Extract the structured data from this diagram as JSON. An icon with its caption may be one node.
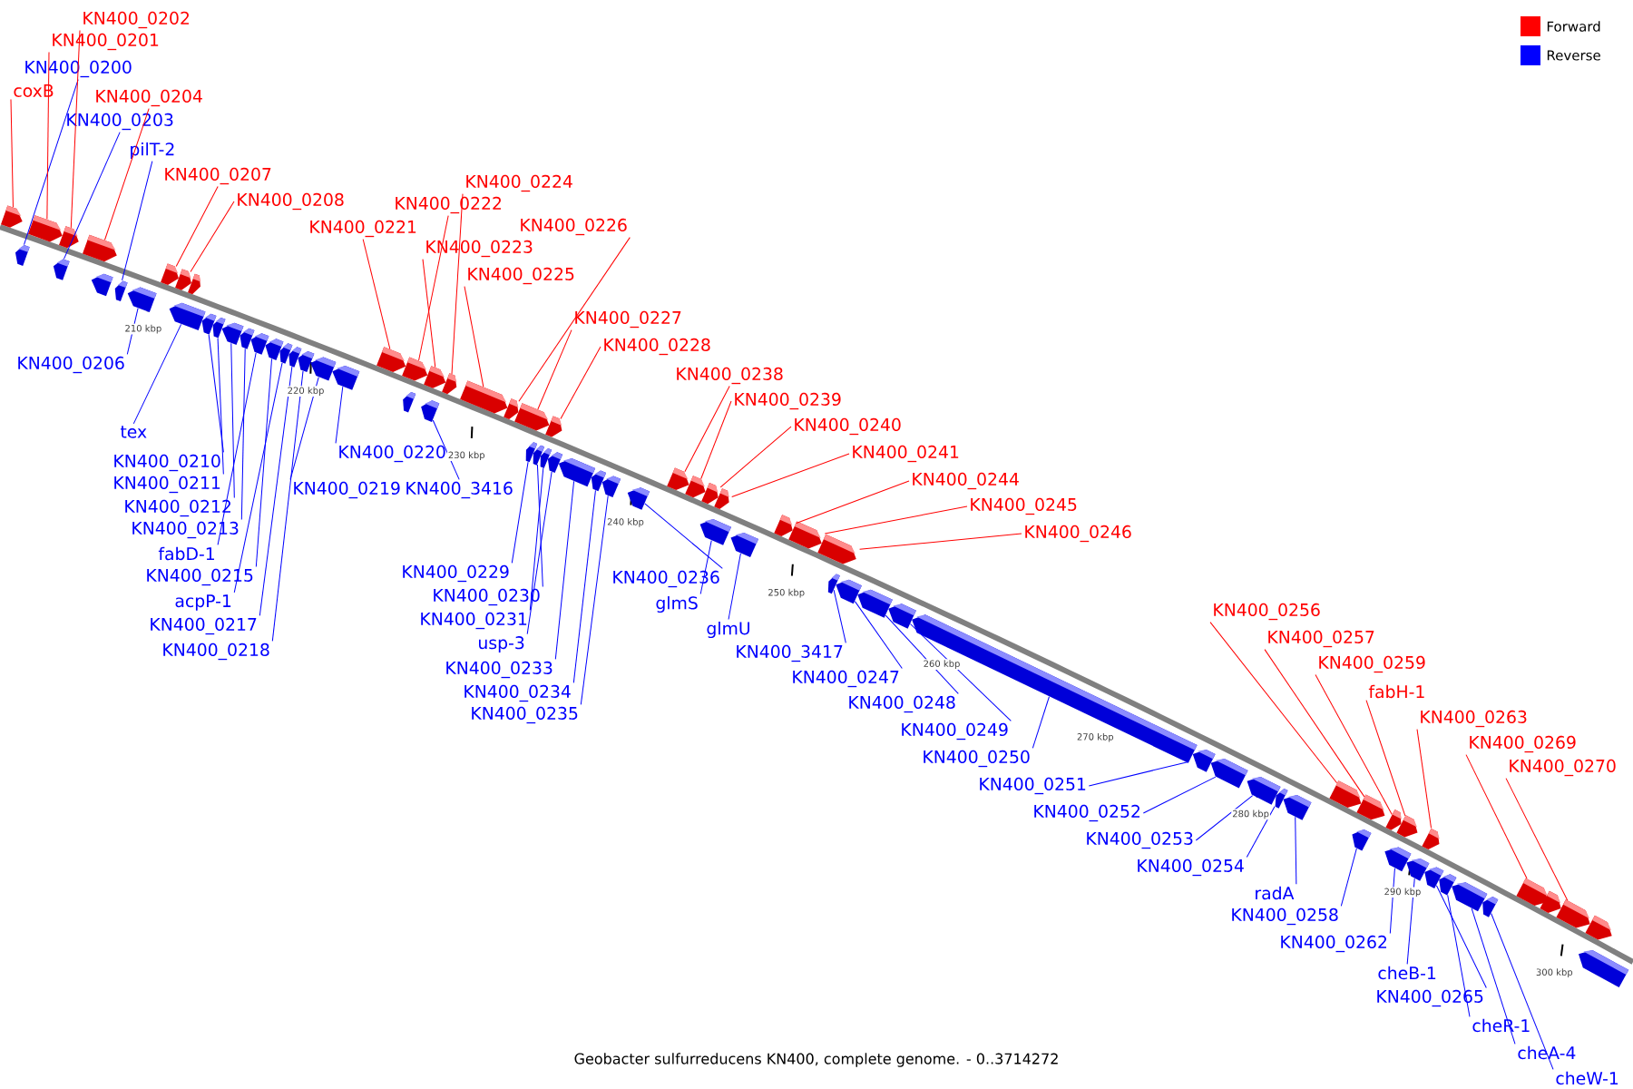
{
  "diagram": {
    "caption": "Geobacter sulfurreducens KN400, complete genome. - 0..3714272",
    "nodes": [
      {
        "text": [
          "coxB"
        ]
      },
      {
        "text": [],
        "shape": "arrow"
      },
      {
        "text": [
          "KN400_0200"
        ]
      },
      {
        "text": [],
        "shape": "arrow"
      },
      {
        "text": [
          "KN400_0201"
        ]
      },
      {
        "text": [],
        "shape": "arrow"
      },
      {
        "text": [
          "KN400_0202"
        ]
      },
      {
        "text": [],
        "shape": "arrow"
      },
      {
        "text": [
          "KN400_0203"
        ]
      },
      {
        "text": [],
        "shape": "arrow"
      },
      {
        "text": [
          "KN400_0204"
        ]
      },
      {
        "text": [],
        "shape": "arrow"
      },
      {
        "text": [
          "pilT-2"
        ]
      },
      {
        "text": [],
        "shape": "arrow"
      },
      {
        "text": [
          "KN400_0206"
        ]
      },
      {
        "text": [],
        "shape": "arrow"
      },
      {
        "text": [
          "KN400_0207"
        ]
      },
      {
        "text": [],
        "shape": "arrow"
      },
      {
        "text": [
          "KN400_0208"
        ]
      },
      {
        "text": [],
        "shape": "arrow"
      },
      {
        "text": [
          "tex"
        ]
      },
      {
        "text": [],
        "shape": "arrow"
      },
      {
        "text": [
          "KN400_0210"
        ]
      },
      {
        "text": [],
        "shape": "arrow"
      },
      {
        "text": [
          "KN400_0211"
        ]
      },
      {
        "text": [],
        "shape": "arrow"
      },
      {
        "text": [
          "KN400_0212"
        ]
      },
      {
        "text": [],
        "shape": "arrow"
      },
      {
        "text": [
          "KN400_0213"
        ]
      },
      {
        "text": [],
        "shape": "arrow"
      },
      {
        "text": [
          "fabD-1"
        ]
      },
      {
        "text": [],
        "shape": "arrow"
      },
      {
        "text": [
          "KN400_0215"
        ]
      },
      {
        "text": [],
        "shape": "arrow"
      },
      {
        "text": [
          "acpP-1"
        ]
      },
      {
        "text": [],
        "shape": "arrow"
      },
      {
        "text": [
          "KN400_0217"
        ]
      },
      {
        "text": [],
        "shape": "arrow"
      },
      {
        "text": [
          "KN400_0218"
        ]
      },
      {
        "text": [],
        "shape": "arrow"
      },
      {
        "text": [
          "KN400_0219"
        ]
      },
      {
        "text": [],
        "shape": "arrow"
      },
      {
        "text": [
          "KN400_0220"
        ]
      },
      {
        "text": [],
        "shape": "arrow"
      },
      {
        "text": [
          "KN400_0221"
        ]
      },
      {
        "text": [],
        "shape": "arrow"
      },
      {
        "text": [
          "KN400_0222"
        ]
      },
      {
        "text": [],
        "shape": "arrow"
      },
      {
        "text": [
          "KN400_0223"
        ]
      },
      {
        "text": [],
        "shape": "arrow"
      },
      {
        "text": [
          "KN400_0224"
        ]
      },
      {
        "text": [],
        "shape": "arrow"
      },
      {
        "text": [
          "KN400_3416"
        ]
      },
      {
        "text": [],
        "shape": "arrow"
      },
      {
        "text": [
          "KN400_0225"
        ]
      },
      {
        "text": [],
        "shape": "arrow"
      },
      {
        "text": [
          "KN400_0226"
        ]
      },
      {
        "text": [],
        "shape": "arrow"
      },
      {
        "text": [
          "KN400_0227"
        ]
      },
      {
        "text": [],
        "shape": "arrow"
      },
      {
        "text": [
          "KN400_0228"
        ]
      },
      {
        "text": [],
        "shape": "arrow"
      },
      {
        "text": [
          "KN400_0229"
        ]
      },
      {
        "text": [],
        "shape": "arrow"
      },
      {
        "text": [
          "KN400_0230"
        ]
      },
      {
        "text": [],
        "shape": "arrow"
      },
      {
        "text": [
          "KN400_0231"
        ]
      },
      {
        "text": [],
        "shape": "arrow"
      },
      {
        "text": [
          "usp-3"
        ]
      },
      {
        "text": [],
        "shape": "arrow"
      },
      {
        "text": [
          "KN400_0233"
        ]
      },
      {
        "text": [],
        "shape": "arrow"
      },
      {
        "text": [
          "KN400_0234"
        ]
      },
      {
        "text": [],
        "shape": "arrow"
      },
      {
        "text": [
          "KN400_0235"
        ]
      },
      {
        "text": [],
        "shape": "arrow"
      },
      {
        "text": [
          "KN400_0236"
        ]
      },
      {
        "text": [],
        "shape": "arrow"
      },
      {
        "text": [
          "KN400_0238"
        ]
      },
      {
        "text": [],
        "shape": "arrow"
      },
      {
        "text": [
          "KN400_0239"
        ]
      },
      {
        "text": [],
        "shape": "arrow"
      },
      {
        "text": [
          "KN400_0240"
        ]
      },
      {
        "text": [],
        "shape": "arrow"
      },
      {
        "text": [
          "KN400_0241"
        ]
      },
      {
        "text": [],
        "shape": "arrow"
      },
      {
        "text": [
          "glmS"
        ]
      },
      {
        "text": [],
        "shape": "arrow"
      },
      {
        "text": [
          "glmU"
        ]
      },
      {
        "text": [],
        "shape": "arrow"
      },
      {
        "text": [
          "KN400_0244"
        ]
      },
      {
        "text": [],
        "shape": "arrow"
      },
      {
        "text": [
          "KN400_0245"
        ]
      },
      {
        "text": [],
        "shape": "arrow"
      },
      {
        "text": [
          "KN400_0246"
        ]
      },
      {
        "text": [],
        "shape": "arrow"
      },
      {
        "text": [
          "KN400_3417"
        ]
      },
      {
        "text": [],
        "shape": "arrow"
      },
      {
        "text": [
          "KN400_0247"
        ]
      },
      {
        "text": [],
        "shape": "arrow"
      },
      {
        "text": [
          "KN400_0248"
        ]
      },
      {
        "text": [],
        "shape": "arrow"
      },
      {
        "text": [
          "KN400_0249"
        ]
      },
      {
        "text": [],
        "shape": "arrow"
      },
      {
        "text": [
          "KN400_0250"
        ]
      },
      {
        "text": [],
        "shape": "arrow"
      },
      {
        "text": [
          "KN400_0251"
        ]
      },
      {
        "text": [],
        "shape": "arrow"
      },
      {
        "text": [
          "KN400_0252"
        ]
      },
      {
        "text": [],
        "shape": "arrow"
      },
      {
        "text": [
          "KN400_0253"
        ]
      },
      {
        "text": [],
        "shape": "arrow"
      },
      {
        "text": [
          "KN400_0254"
        ]
      },
      {
        "text": [],
        "shape": "arrow"
      },
      {
        "text": [
          "radA"
        ]
      },
      {
        "text": [],
        "shape": "arrow"
      },
      {
        "text": [
          "KN400_0256"
        ]
      },
      {
        "text": [],
        "shape": "arrow"
      },
      {
        "text": [
          "KN400_0257"
        ]
      },
      {
        "text": [],
        "shape": "arrow"
      },
      {
        "text": [
          "KN400_0258"
        ]
      },
      {
        "text": [],
        "shape": "arrow"
      },
      {
        "text": [
          "KN400_0259"
        ]
      },
      {
        "text": [],
        "shape": "arrow"
      },
      {
        "text": [
          "fabH-1"
        ]
      },
      {
        "text": [],
        "shape": "arrow"
      },
      {
        "text": [
          "KN400_0263"
        ]
      },
      {
        "text": [],
        "shape": "arrow"
      },
      {
        "text": [
          "KN400_0262"
        ]
      },
      {
        "text": [],
        "shape": "arrow"
      },
      {
        "text": [
          "cheB-1"
        ]
      },
      {
        "text": [],
        "shape": "arrow"
      },
      {
        "text": [
          "KN400_0265"
        ]
      },
      {
        "text": [],
        "shape": "arrow"
      },
      {
        "text": [
          "cheR-1"
        ]
      },
      {
        "text": [],
        "shape": "arrow"
      },
      {
        "text": [
          "cheA-4"
        ]
      },
      {
        "text": [],
        "shape": "arrow"
      },
      {
        "text": [
          "cheW-1"
        ]
      },
      {
        "text": [],
        "shape": "arrow"
      },
      {
        "text": [
          "KN400_0269"
        ]
      },
      {
        "text": [],
        "shape": "arrow"
      },
      {
        "text": [
          "KN400_0270"
        ]
      },
      {
        "text": [],
        "shape": "arrow"
      },
      {
        "text": [],
        "shape": "arrow"
      },
      {
        "text": [],
        "shape": "arrow"
      },
      {
        "text": [],
        "shape": "arrow"
      },
      {
        "text": [],
        "shape": "arrow"
      },
      {
        "text": [],
        "shape": "arrow"
      },
      {
        "text": [],
        "shape": "arrow"
      }
    ],
    "edges": [
      {
        "from": 0,
        "to": 1,
        "arrow": "none",
        "color": "#ff0000"
      },
      {
        "from": 2,
        "to": 3,
        "arrow": "none"
      },
      {
        "from": 4,
        "to": 5,
        "arrow": "none",
        "color": "#ff0000"
      },
      {
        "from": 6,
        "to": 7,
        "arrow": "none",
        "color": "#ff0000"
      },
      {
        "from": 8,
        "to": 9,
        "arrow": "none"
      },
      {
        "from": 10,
        "to": 11,
        "arrow": "none",
        "color": "#ff0000"
      },
      {
        "from": 12,
        "to": 13,
        "arrow": "none"
      },
      {
        "from": 14,
        "to": 15,
        "arrow": "none"
      },
      {
        "from": 16,
        "to": 17,
        "arrow": "none",
        "color": "#ff0000"
      },
      {
        "from": 18,
        "to": 19,
        "arrow": "none",
        "color": "#ff0000"
      },
      {
        "from": 20,
        "to": 21,
        "arrow": "none"
      },
      {
        "from": 22,
        "to": 23,
        "arrow": "none"
      },
      {
        "from": 24,
        "to": 25,
        "arrow": "none"
      },
      {
        "from": 26,
        "to": 27,
        "arrow": "none"
      },
      {
        "from": 28,
        "to": 29,
        "arrow": "none"
      },
      {
        "from": 30,
        "to": 31,
        "arrow": "none"
      },
      {
        "from": 32,
        "to": 33,
        "arrow": "none"
      },
      {
        "from": 34,
        "to": 35,
        "arrow": "none"
      },
      {
        "from": 36,
        "to": 37,
        "arrow": "none"
      },
      {
        "from": 38,
        "to": 39,
        "arrow": "none"
      },
      {
        "from": 40,
        "to": 41,
        "arrow": "none"
      },
      {
        "from": 42,
        "to": 43,
        "arrow": "none"
      },
      {
        "from": 44,
        "to": 45,
        "arrow": "none",
        "color": "#ff0000"
      },
      {
        "from": 46,
        "to": 47,
        "arrow": "none",
        "color": "#ff0000"
      },
      {
        "from": 48,
        "to": 49,
        "arrow": "none",
        "color": "#ff0000"
      },
      {
        "from": 50,
        "to": 51,
        "arrow": "none",
        "color": "#ff0000"
      },
      {
        "from": 52,
        "to": 53,
        "arrow": "none"
      },
      {
        "from": 54,
        "to": 55,
        "arrow": "none",
        "color": "#ff0000"
      },
      {
        "from": 56,
        "to": 57,
        "arrow": "none",
        "color": "#ff0000"
      },
      {
        "from": 58,
        "to": 59,
        "arrow": "none",
        "color": "#ff0000"
      },
      {
        "from": 60,
        "to": 61,
        "arrow": "none",
        "color": "#ff0000"
      },
      {
        "from": 62,
        "to": 63,
        "arrow": "none"
      },
      {
        "from": 64,
        "to": 65,
        "arrow": "none"
      },
      {
        "from": 66,
        "to": 67,
        "arrow": "none"
      },
      {
        "from": 68,
        "to": 69,
        "arrow": "none"
      },
      {
        "from": 70,
        "to": 71,
        "arrow": "none"
      },
      {
        "from": 72,
        "to": 73,
        "arrow": "none"
      },
      {
        "from": 74,
        "to": 75,
        "arrow": "none"
      },
      {
        "from": 76,
        "to": 77,
        "arrow": "none"
      },
      {
        "from": 78,
        "to": 79,
        "arrow": "none",
        "color": "#ff0000"
      },
      {
        "from": 80,
        "to": 81,
        "arrow": "none",
        "color": "#ff0000"
      },
      {
        "from": 82,
        "to": 83,
        "arrow": "none",
        "color": "#ff0000"
      },
      {
        "from": 84,
        "to": 85,
        "arrow": "none",
        "color": "#ff0000"
      },
      {
        "from": 86,
        "to": 87,
        "arrow": "none"
      },
      {
        "from": 88,
        "to": 89,
        "arrow": "none"
      },
      {
        "from": 90,
        "to": 91,
        "arrow": "none",
        "color": "#ff0000"
      },
      {
        "from": 92,
        "to": 93,
        "arrow": "none",
        "color": "#ff0000"
      },
      {
        "from": 94,
        "to": 95,
        "arrow": "none",
        "color": "#ff0000"
      },
      {
        "from": 96,
        "to": 97,
        "arrow": "none"
      },
      {
        "from": 98,
        "to": 99,
        "arrow": "none"
      },
      {
        "from": 100,
        "to": 101,
        "arrow": "none"
      },
      {
        "from": 102,
        "to": 103,
        "arrow": "none"
      },
      {
        "from": 104,
        "to": 105,
        "arrow": "none"
      },
      {
        "from": 106,
        "to": 107,
        "arrow": "none"
      },
      {
        "from": 108,
        "to": 109,
        "arrow": "none"
      },
      {
        "from": 110,
        "to": 111,
        "arrow": "none"
      },
      {
        "from": 112,
        "to": 113,
        "arrow": "none"
      },
      {
        "from": 114,
        "to": 115,
        "arrow": "none"
      },
      {
        "from": 116,
        "to": 117,
        "arrow": "none",
        "color": "#ff0000"
      },
      {
        "from": 118,
        "to": 119,
        "arrow": "none",
        "color": "#ff0000"
      },
      {
        "from": 120,
        "to": 121,
        "arrow": "none"
      },
      {
        "from": 122,
        "to": 123,
        "arrow": "none",
        "color": "#ff0000"
      },
      {
        "from": 124,
        "to": 125,
        "arrow": "none",
        "color": "#ff0000"
      },
      {
        "from": 126,
        "to": 127,
        "arrow": "none",
        "color": "#ff0000"
      },
      {
        "from": 128,
        "to": 129,
        "arrow": "none"
      },
      {
        "from": 130,
        "to": 131,
        "arrow": "none"
      },
      {
        "from": 132,
        "to": 133,
        "arrow": "none"
      },
      {
        "from": 134,
        "to": 135,
        "arrow": "none"
      },
      {
        "from": 136,
        "to": 137,
        "arrow": "none"
      },
      {
        "from": 138,
        "to": 139,
        "arrow": "none"
      },
      {
        "from": 140,
        "to": 141,
        "arrow": "none",
        "color": "#ff0000"
      },
      {
        "from": 142,
        "to": 143,
        "arrow": "none",
        "color": "#ff0000"
      }
    ],
    "labels": [
      "210 kbp",
      "220 kbp",
      "230 kbp",
      "240 kbp",
      "250 kbp",
      "260 kbp",
      "270 kbp",
      "280 kbp",
      "290 kbp",
      "300 kbp"
    ],
    "legend": [
      {
        "text": "Forward",
        "color": "#ff0000"
      },
      {
        "text": "Reverse",
        "color": "#0000ff"
      }
    ]
  }
}
